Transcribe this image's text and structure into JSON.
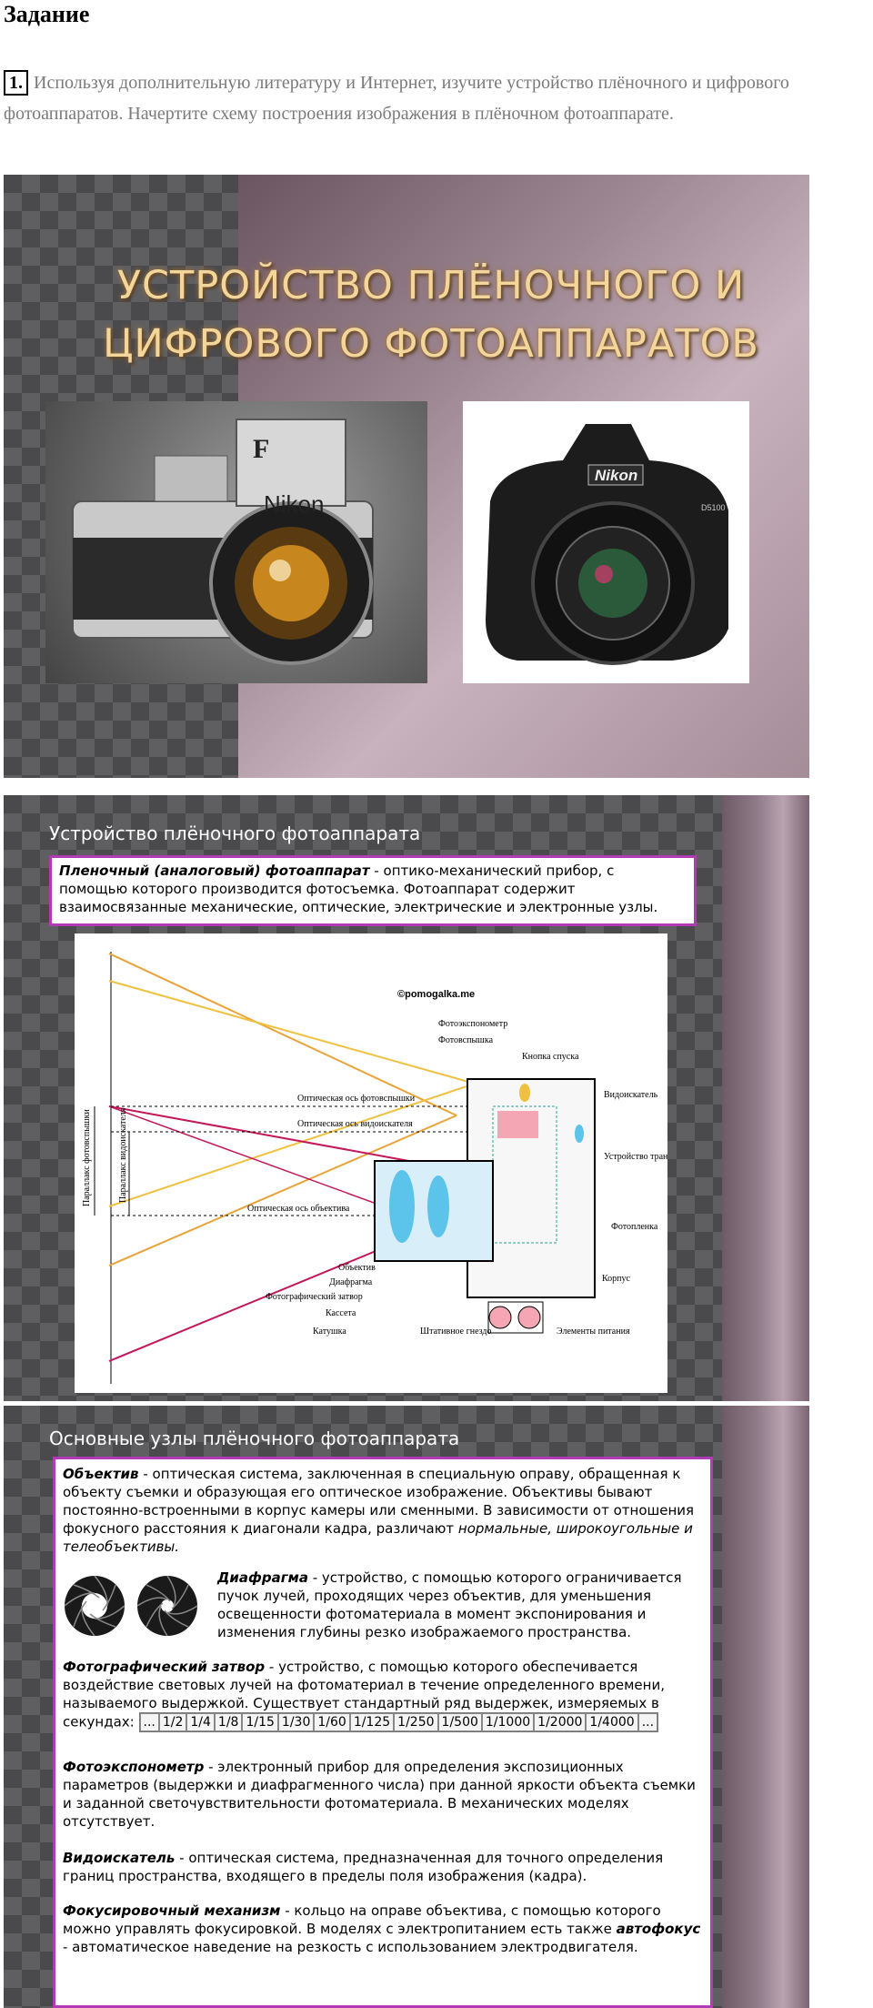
{
  "task": {
    "title": "Задание",
    "number": "1.",
    "text": "Используя дополнительную литературу и Интернет, изучите устройство плёночного и цифрового фотоаппаратов. Начертите схему построения изображения в плёночном фотоаппарате."
  },
  "slide1": {
    "title": "УСТРОЙСТВО ПЛЁНОЧНОГО И ЦИФРОВОГО ФОТОАППАРАТОВ",
    "film_camera_brand": "Nikon",
    "film_camera_badge": "F",
    "digital_camera_brand": "Nikon",
    "digital_camera_model": "D5100"
  },
  "slide2": {
    "title": "Устройство плёночного фотоаппарата",
    "definition_term": "Пленочный (аналоговый) фотоаппарат",
    "definition_text": " - оптико-механический прибор, с помощью которого производится фотосъемка. Фотоаппарат содержит взаимосвязанные механические, оптические, электрические и электронные узлы.",
    "watermark": "©pomogalka.me",
    "labels": {
      "exposure_meter": "Фотоэкспонометр",
      "flash": "Фотовспышка",
      "shutter_button": "Кнопка спуска",
      "flash_axis": "Оптическая ось фотовспышки",
      "viewfinder": "Видоискатель",
      "viewfinder_axis": "Оптическая ось видоискателя",
      "transport": "Устройство транспортировки пленки",
      "lens_axis": "Оптическая ось объектива",
      "film": "Фотопленка",
      "lens": "Объектив",
      "diaphragm": "Диафрагма",
      "photo_shutter": "Фотографический затвор",
      "cassette": "Кассета",
      "body": "Корпус",
      "spool": "Катушка",
      "tripod_socket": "Штативное гнездо",
      "batteries": "Элементы питания",
      "flash_parallax": "Параллакс фотовспышки",
      "viewfinder_parallax": "Параллакс видоискателя"
    }
  },
  "slide3": {
    "title": "Основные узлы плёночного фотоаппарата",
    "lens_term": "Объектив",
    "lens_text": " - оптическая система, заключенная в специальную оправу, обращенная к объекту съемки и образующая его оптическое изображение. Объективы бывают постоянно-встроенными в корпус камеры или сменными. В зависимости от отношения фокусного расстояния к диагонали кадра, различают ",
    "lens_types": "нормальные, широкоугольные и телеобъективы.",
    "diaphragm_term": "Диафрагма",
    "diaphragm_text": " - устройство, с помощью которого ограничивается пучок лучей, проходящих через объектив, для уменьшения освещенности фотоматериала в момент экспонирования и изменения глубины резко изображаемого пространства.",
    "shutter_term": "Фотографический затвор",
    "shutter_text": " - устройство, с помощью которого обеспечивается воздействие световых лучей на фотоматериал в течение определенного времени, называемого выдержкой. Существует стандартный ряд выдержек, измеряемых в секундах:",
    "shutter_speeds": [
      "...",
      "1/2",
      "1/4",
      "1/8",
      "1/15",
      "1/30",
      "1/60",
      "1/125",
      "1/250",
      "1/500",
      "1/1000",
      "1/2000",
      "1/4000",
      "..."
    ],
    "meter_term": "Фотоэкспонометр",
    "meter_text": " - электронный прибор для определения экспозиционных параметров (выдержки и диафрагменного числа) при данной яркости объекта съемки и заданной светочувствительности фотоматериала. В механических моделях отсутствует.",
    "viewfinder_term": "Видоискатель",
    "viewfinder_text": " - оптическая система, предназначенная для точного определения границ пространства, входящего в пределы поля изображения (кадра).",
    "focus_term": "Фокусировочный механизм",
    "focus_text": " - кольцо на оправе объектива, с помощью которого можно управлять фокусировкой. В моделях с электропитанием есть также ",
    "autofocus_term": "автофокус",
    "autofocus_text": " - автоматическое наведение на резкость с использованием электродвигателя."
  }
}
